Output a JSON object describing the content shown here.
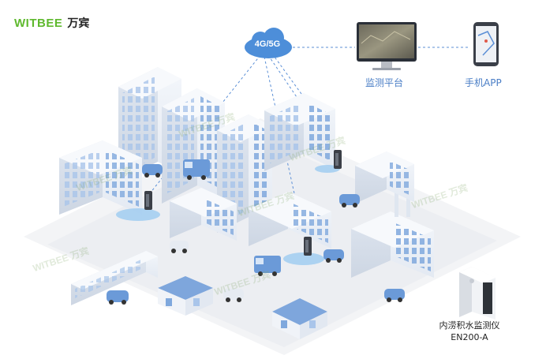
{
  "brand": {
    "name_en": "WITBEE",
    "name_cn": "万宾"
  },
  "network": {
    "label": "4G/5G"
  },
  "nodes": {
    "platform": {
      "label": "监测平台"
    },
    "app": {
      "label": "手机APP"
    }
  },
  "product": {
    "name": "内涝积水监测仪",
    "model": "EN200-A"
  },
  "watermark": {
    "text": "WITBEE 万宾"
  },
  "colors": {
    "brand_green": "#5fb92e",
    "link_blue": "#4a7ec6",
    "cloud": "#4d8ed9",
    "water": "#9ccbf0"
  }
}
